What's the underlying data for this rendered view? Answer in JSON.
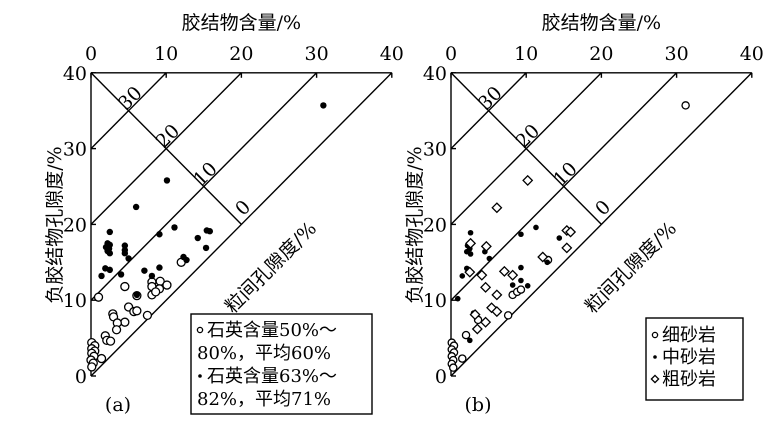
{
  "chart_data": [
    {
      "type": "scatter",
      "panel_label": "(a)",
      "xlabel": "胶结物含量/%",
      "ylabel": "负胶结物孔隙度/%",
      "diagonal_label": "粒间孔隙度/%",
      "xlim": [
        0,
        40
      ],
      "ylim": [
        0,
        40
      ],
      "xticks": [
        "0",
        "10",
        "20",
        "30",
        "40"
      ],
      "yticks": [
        "0",
        "10",
        "20",
        "30",
        "40"
      ],
      "intergranular_ticks": [
        "30",
        "20",
        "10",
        "0"
      ],
      "legend_position": "bottom-right",
      "series": [
        {
          "name": "石英含量50%～80%，平均60%",
          "legend_lines": [
            "石英含量50%～",
            "80%，平均60%"
          ],
          "marker": "open-circle",
          "points": [
            [
              1.0,
              10.4
            ],
            [
              4.5,
              11.8
            ],
            [
              8.1,
              12.4
            ],
            [
              9.2,
              12.5
            ],
            [
              8.1,
              11.8
            ],
            [
              9.1,
              11.5
            ],
            [
              10.1,
              12.0
            ],
            [
              8.1,
              10.7
            ],
            [
              8.6,
              11.1
            ],
            [
              12.0,
              15.0
            ],
            [
              6.1,
              10.6
            ],
            [
              5.0,
              9.1
            ],
            [
              5.7,
              8.5
            ],
            [
              6.1,
              8.6
            ],
            [
              2.9,
              8.2
            ],
            [
              3.0,
              7.8
            ],
            [
              4.5,
              7.1
            ],
            [
              3.5,
              7.0
            ],
            [
              3.4,
              6.1
            ],
            [
              7.5,
              8.0
            ],
            [
              1.9,
              5.3
            ],
            [
              2.1,
              4.7
            ],
            [
              2.6,
              4.6
            ],
            [
              0.1,
              4.4
            ],
            [
              0.5,
              4.0
            ],
            [
              0.1,
              3.6
            ],
            [
              0.5,
              3.3
            ],
            [
              0.1,
              3.0
            ],
            [
              0.4,
              2.6
            ],
            [
              0.0,
              2.1
            ],
            [
              0.3,
              1.7
            ],
            [
              0.1,
              1.2
            ],
            [
              1.4,
              2.3
            ]
          ]
        },
        {
          "name": "石英含量63%～82%，平均71%",
          "legend_lines": [
            "石英含量63%～",
            "82%，平均71%"
          ],
          "marker": "filled-circle",
          "points": [
            [
              30.9,
              35.7
            ],
            [
              10.1,
              25.8
            ],
            [
              6.0,
              22.3
            ],
            [
              11.1,
              19.6
            ],
            [
              9.1,
              18.7
            ],
            [
              15.4,
              19.2
            ],
            [
              15.8,
              19.1
            ],
            [
              14.2,
              18.2
            ],
            [
              15.3,
              16.9
            ],
            [
              2.5,
              19.0
            ],
            [
              2.2,
              17.5
            ],
            [
              2.5,
              17.3
            ],
            [
              2.0,
              17.0
            ],
            [
              2.4,
              16.8
            ],
            [
              2.2,
              16.5
            ],
            [
              2.5,
              16.2
            ],
            [
              4.5,
              17.2
            ],
            [
              4.5,
              16.6
            ],
            [
              4.5,
              16.2
            ],
            [
              5.0,
              15.5
            ],
            [
              1.9,
              14.2
            ],
            [
              2.5,
              14.0
            ],
            [
              1.4,
              13.2
            ],
            [
              4.0,
              13.4
            ],
            [
              7.1,
              13.9
            ],
            [
              9.1,
              14.3
            ],
            [
              8.1,
              13.2
            ],
            [
              12.3,
              15.7
            ],
            [
              12.7,
              15.3
            ],
            [
              6.1,
              10.7
            ]
          ]
        }
      ]
    },
    {
      "type": "scatter",
      "panel_label": "(b)",
      "xlabel": "胶结物含量/%",
      "ylabel": "负胶结物孔隙度/%",
      "diagonal_label": "粒间孔隙度/%",
      "xlim": [
        0,
        40
      ],
      "ylim": [
        0,
        40
      ],
      "xticks": [
        "0",
        "10",
        "20",
        "30",
        "40"
      ],
      "yticks": [
        "0",
        "10",
        "20",
        "30",
        "40"
      ],
      "intergranular_ticks": [
        "30",
        "20",
        "10",
        "0"
      ],
      "legend_position": "bottom-right",
      "series": [
        {
          "name": "细砂岩",
          "legend_lines": [
            "细砂岩"
          ],
          "marker": "open-circle",
          "points": [
            [
              31.2,
              35.7
            ],
            [
              8.2,
              10.7
            ],
            [
              8.8,
              11.1
            ],
            [
              9.3,
              11.4
            ],
            [
              12.9,
              15.3
            ],
            [
              7.6,
              8.0
            ],
            [
              2.0,
              5.4
            ],
            [
              3.6,
              7.4
            ],
            [
              1.5,
              2.3
            ],
            [
              0.1,
              4.4
            ],
            [
              0.4,
              4.0
            ],
            [
              0.1,
              3.5
            ],
            [
              0.4,
              3.1
            ],
            [
              0.1,
              2.6
            ],
            [
              0.3,
              2.1
            ],
            [
              0.1,
              1.6
            ],
            [
              0.3,
              1.1
            ]
          ]
        },
        {
          "name": "中砂岩",
          "legend_lines": [
            "中砂岩"
          ],
          "marker": "filled-circle",
          "points": [
            [
              2.6,
              18.9
            ],
            [
              2.2,
              17.2
            ],
            [
              2.5,
              16.8
            ],
            [
              2.1,
              16.4
            ],
            [
              2.6,
              16.1
            ],
            [
              4.5,
              16.4
            ],
            [
              5.1,
              15.5
            ],
            [
              11.3,
              19.6
            ],
            [
              9.3,
              18.7
            ],
            [
              14.4,
              18.2
            ],
            [
              2.1,
              14.2
            ],
            [
              1.5,
              13.2
            ],
            [
              9.3,
              14.3
            ],
            [
              9.3,
              12.6
            ],
            [
              10.2,
              11.9
            ],
            [
              8.2,
              12.0
            ],
            [
              0.9,
              10.2
            ],
            [
              12.8,
              15.0
            ],
            [
              5.8,
              8.7
            ],
            [
              3.0,
              8.3
            ],
            [
              2.5,
              4.7
            ],
            [
              6.1,
              10.8
            ]
          ]
        },
        {
          "name": "粗砂岩",
          "legend_lines": [
            "粗砂岩"
          ],
          "marker": "open-diamond",
          "points": [
            [
              10.2,
              25.8
            ],
            [
              6.1,
              22.2
            ],
            [
              15.4,
              19.2
            ],
            [
              15.9,
              19.0
            ],
            [
              15.4,
              16.9
            ],
            [
              2.6,
              17.5
            ],
            [
              4.7,
              17.1
            ],
            [
              2.5,
              13.7
            ],
            [
              4.1,
              13.3
            ],
            [
              7.1,
              13.8
            ],
            [
              8.2,
              13.3
            ],
            [
              4.6,
              11.7
            ],
            [
              6.1,
              10.7
            ],
            [
              12.2,
              15.7
            ],
            [
              5.4,
              9.0
            ],
            [
              6.1,
              8.5
            ],
            [
              4.6,
              7.1
            ],
            [
              3.5,
              6.2
            ],
            [
              3.2,
              8.1
            ]
          ]
        }
      ]
    }
  ]
}
